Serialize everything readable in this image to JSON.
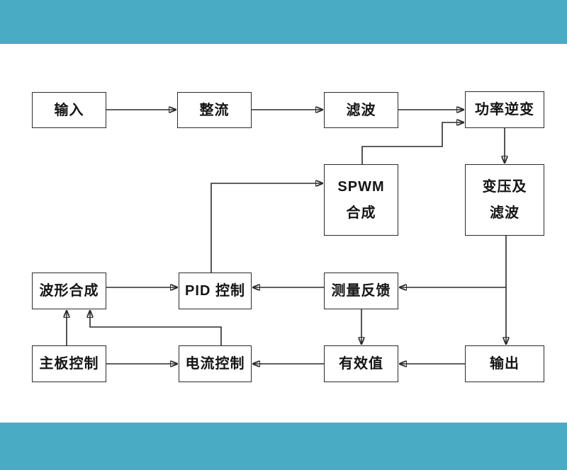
{
  "page": {
    "background_color": "#ffffff",
    "accent_bar_color": "#4aabc5",
    "line_color": "#2b2b2b",
    "description": "Inverter power supply control block diagram with teal header and footer bands"
  },
  "diagram": {
    "nodes": {
      "input": {
        "label": "输入"
      },
      "rectifier": {
        "label": "整流"
      },
      "filter": {
        "label": "滤波"
      },
      "power_inverter": {
        "label": "功率逆变"
      },
      "spwm_synthesis": {
        "line1": "SPWM",
        "line2": "合成"
      },
      "transform_filter": {
        "line1": "变压及",
        "line2": "滤波"
      },
      "waveform_synthesis": {
        "label": "波形合成"
      },
      "pid_control": {
        "label": "PID 控制"
      },
      "measure_feedback": {
        "label": "测量反馈"
      },
      "mainboard_control": {
        "label": "主板控制"
      },
      "current_control": {
        "label": "电流控制"
      },
      "rms_value": {
        "label": "有效值"
      },
      "output": {
        "label": "输出"
      }
    },
    "edges": [
      {
        "from": "input",
        "to": "rectifier"
      },
      {
        "from": "rectifier",
        "to": "filter"
      },
      {
        "from": "filter",
        "to": "power_inverter"
      },
      {
        "from": "spwm_synthesis",
        "to": "power_inverter"
      },
      {
        "from": "power_inverter",
        "to": "transform_filter"
      },
      {
        "from": "transform_filter",
        "to": "output"
      },
      {
        "from": "transform_filter",
        "to": "measure_feedback"
      },
      {
        "from": "measure_feedback",
        "to": "pid_control"
      },
      {
        "from": "pid_control",
        "to": "spwm_synthesis"
      },
      {
        "from": "waveform_synthesis",
        "to": "pid_control"
      },
      {
        "from": "measure_feedback",
        "to": "rms_value"
      },
      {
        "from": "output",
        "to": "rms_value"
      },
      {
        "from": "rms_value",
        "to": "current_control"
      },
      {
        "from": "mainboard_control",
        "to": "current_control"
      },
      {
        "from": "mainboard_control",
        "to": "waveform_synthesis"
      },
      {
        "from": "current_control",
        "to": "waveform_synthesis"
      }
    ]
  }
}
